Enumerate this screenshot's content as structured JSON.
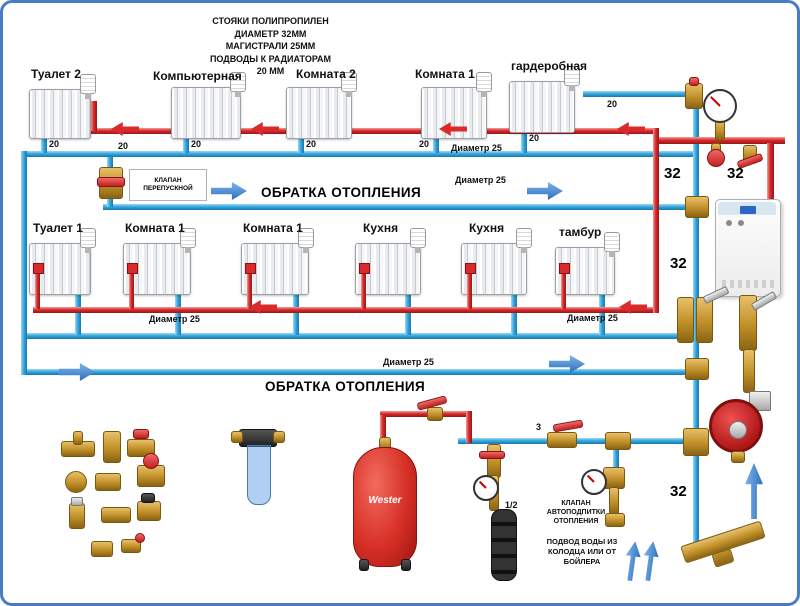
{
  "diagram": {
    "note": "СТОЯКИ ПОЛИПРОПИЛЕН\nДИАМЕТР 32ММ\nМАГИСТРАЛИ 25ММ\nПОДВОДЫ К РАДИАТОРАМ\n20 ММ",
    "row1": [
      "Туалет 2",
      "Компьютерная",
      "Комната 2",
      "Комната 1",
      "гардеробная"
    ],
    "row2": [
      "Туалет 1",
      "Комната 1",
      "Комната 1",
      "Кухня",
      "Кухня",
      "тамбур"
    ],
    "labels": {
      "d20": "20",
      "d25": "Диаметр 25",
      "d32": "32",
      "n3": "3",
      "half": "1/2"
    },
    "texts": {
      "return_heating": "ОБРАТКА ОТОПЛЕНИЯ",
      "bypass": "КЛАПАН ПЕРЕПУСКНОЙ",
      "autofill": "КЛАПАН АВТОПОДПИТКИ ОТОПЛЕНИЯ",
      "water_source": "ПОДВОД ВОДЫ ИЗ КОЛОДЦА ИЛИ ОТ БОЙЛЕРА",
      "tank_brand": "Wester"
    },
    "colors": {
      "supply": "#d92b2b",
      "return": "#35a8e0",
      "brass": "#c9972c",
      "border": "#4a7bc8"
    }
  }
}
